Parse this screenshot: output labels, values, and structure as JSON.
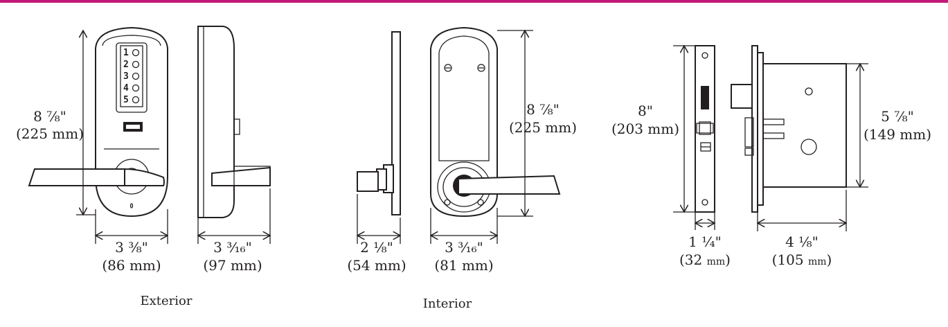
{
  "colors": {
    "accent": "#c2187a",
    "ink": "#231f20"
  },
  "keypad_keys": [
    "1",
    "2",
    "3",
    "4",
    "5"
  ],
  "exterior": {
    "caption": "Exterior",
    "height": {
      "imperial": "8 ⅞\"",
      "metric": "(225 mm)"
    },
    "width": {
      "imperial": "3 ⅜\"",
      "metric": "(86 mm)"
    },
    "depth": {
      "imperial": "3 ³⁄₁₆\"",
      "metric": "(97 mm)"
    }
  },
  "interior": {
    "caption": "Interior",
    "height": {
      "imperial": "8 ⅞\"",
      "metric": "(225 mm)"
    },
    "projection": {
      "imperial": "2 ⅛\"",
      "metric": "(54 mm)"
    },
    "width": {
      "imperial": "3 ³⁄₁₆\"",
      "metric": "(81 mm)"
    }
  },
  "mortise": {
    "faceplate_height": {
      "imperial": "8\"",
      "metric": "(203 mm)"
    },
    "case_height": {
      "imperial": "5 ⅞\"",
      "metric": "(149 mm)"
    },
    "faceplate_width": {
      "imperial": "1 ¼\"",
      "metric_open": "(32 ",
      "metric_unit": "mm",
      "metric_close": ")"
    },
    "case_depth": {
      "imperial": "4 ⅛\"",
      "metric_open": "(105 ",
      "metric_unit": "mm",
      "metric_close": ")"
    }
  }
}
